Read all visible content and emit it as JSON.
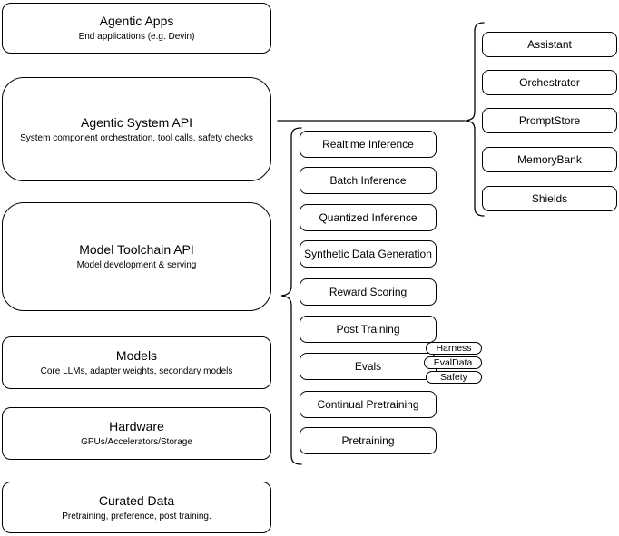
{
  "left_stack": [
    {
      "title": "Agentic Apps",
      "subtitle": "End applications (e.g. Devin)"
    },
    {
      "title": "Agentic System API",
      "subtitle": "System component orchestration, tool calls, safety checks"
    },
    {
      "title": "Model Toolchain API",
      "subtitle": "Model development & serving"
    },
    {
      "title": "Models",
      "subtitle": "Core LLMs, adapter weights, secondary models"
    },
    {
      "title": "Hardware",
      "subtitle": "GPUs/Accelerators/Storage"
    },
    {
      "title": "Curated Data",
      "subtitle": "Pretraining, preference, post training."
    }
  ],
  "toolchain": {
    "capabilities": [
      "Realtime Inference",
      "Batch Inference",
      "Quantized Inference",
      "Synthetic Data Generation",
      "Reward Scoring",
      "Post Training",
      "Evals",
      "Continual Pretraining",
      "Pretraining"
    ],
    "eval_tags": [
      "Harness",
      "EvalData",
      "Safety"
    ]
  },
  "system_components": [
    "Assistant",
    "Orchestrator",
    "PromptStore",
    "MemoryBank",
    "Shields"
  ],
  "colors": {
    "stroke": "#000000",
    "background": "#ffffff",
    "text": "#000000"
  }
}
